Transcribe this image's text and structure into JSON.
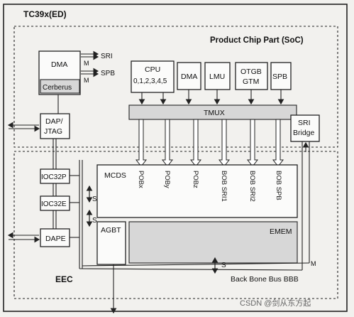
{
  "chip_title": "TC39x(ED)",
  "soc_label": "Product Chip Part (SoC)",
  "eec_label": "EEC",
  "blocks": {
    "dma_left": "DMA",
    "cerberus": "Cerberus",
    "dap_jtag_1": "DAP/",
    "dap_jtag_2": "JTAG",
    "ioc32p": "IOC32P",
    "ioc32e": "IOC32E",
    "dape": "DAPE",
    "agbt": "AGBT",
    "mcds": "MCDS",
    "emem": "EMEM",
    "cpu_1": "CPU",
    "cpu_2": "0,1,2,3,4,5",
    "dma_top": "DMA",
    "lmu": "LMU",
    "otgb_1": "OTGB",
    "otgb_2": "GTM",
    "spb": "SPB",
    "tmux": "TMUX",
    "sri_bridge_1": "SRI",
    "sri_bridge_2": "Bridge"
  },
  "bus_labels": {
    "sri": "SRI",
    "spb": "SPB",
    "m1": "M",
    "m2": "M",
    "s1": "S",
    "s2": "S",
    "s3": "S",
    "m3": "M",
    "bbb": "Back Bone Bus BBB"
  },
  "mcds_inputs": [
    "POBx",
    "POBy",
    "POBz",
    "BOB SRI1",
    "BOB SRI2",
    "BOB SPB"
  ],
  "watermark": "CSDN @剑从东方起"
}
